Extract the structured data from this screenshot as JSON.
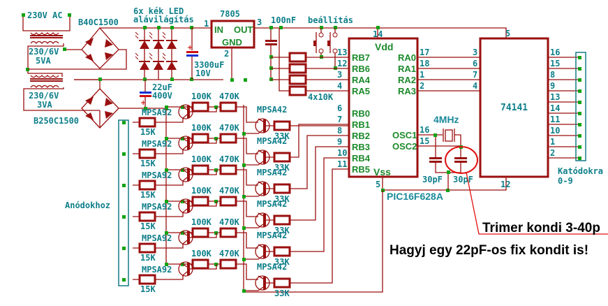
{
  "power": {
    "mains_label": "230V AC",
    "transformer1": {
      "ratio": "230/6V",
      "power": "5VA"
    },
    "transformer2": {
      "ratio": "230/6V",
      "power": "3VA"
    },
    "bridge1": "B40C1500",
    "bridge2": "B250C1500",
    "led_label_line1": "6x kék LED",
    "led_label_line2": "alávilágítás",
    "cap_main": {
      "value": "3300uF",
      "voltage": "10V"
    },
    "cap_hv": {
      "value": "22uF",
      "voltage": "400V"
    },
    "regulator": {
      "name": "7805",
      "in": "IN",
      "out": "OUT",
      "gnd": "GND",
      "pin_in": "1",
      "pin_gnd": "2",
      "pin_out": "3"
    },
    "decoupling": "100nF",
    "buttons_label": "beállítás",
    "pullups": "4x10K"
  },
  "mcu": {
    "name": "PIC16F628A",
    "vdd": "Vdd",
    "vss": "Vss",
    "vdd_pin": "14",
    "vss_pin": "5",
    "left_pins": [
      {
        "num": "13",
        "name": "RB7"
      },
      {
        "num": "12",
        "name": "RB6"
      },
      {
        "num": "3",
        "name": "RA4"
      },
      {
        "num": "4",
        "name": "RA5"
      },
      {
        "num": "6",
        "name": "RB0"
      },
      {
        "num": "7",
        "name": "RB1"
      },
      {
        "num": "8",
        "name": "RB2"
      },
      {
        "num": "9",
        "name": "RB3"
      },
      {
        "num": "10",
        "name": "RB4"
      },
      {
        "num": "11",
        "name": "RB5"
      }
    ],
    "right_pins": [
      {
        "num": "17",
        "name": "RA0"
      },
      {
        "num": "18",
        "name": "RA1"
      },
      {
        "num": "1",
        "name": "RA2"
      },
      {
        "num": "2",
        "name": "RA3"
      },
      {
        "num": "16",
        "name": "OSC1"
      },
      {
        "num": "15",
        "name": "OSC2"
      }
    ]
  },
  "oscillator": {
    "crystal": "4MHz",
    "cap1": "30pF",
    "cap2": "30pF"
  },
  "decoder": {
    "name": "74141",
    "vcc_pin": "5",
    "gnd_pin": "12",
    "input_pins": [
      "3",
      "6",
      "7",
      "4"
    ],
    "output_pins": [
      "16",
      "15",
      "8",
      "9",
      "13",
      "14",
      "11",
      "10",
      "1",
      "2"
    ],
    "connector_label_line1": "Katódokra",
    "connector_label_line2": "0-9"
  },
  "drivers": {
    "anode_connector_label": "Anódokhoz",
    "stages": [
      {
        "pnp": "MPSA92",
        "r_base": "100K",
        "r_link": "470K",
        "npn": "MPSA42",
        "r_npn": "33K",
        "r_anode": "15K"
      },
      {
        "pnp": "MPSA92",
        "r_base": "100K",
        "r_link": "470K",
        "npn": "MPSA42",
        "r_npn": "33K",
        "r_anode": "15K"
      },
      {
        "pnp": "MPSA92",
        "r_base": "100K",
        "r_link": "470K",
        "npn": "MPSA42",
        "r_npn": "33K",
        "r_anode": "15K"
      },
      {
        "pnp": "MPSA92",
        "r_base": "100K",
        "r_link": "470K",
        "npn": "MPSA42",
        "r_npn": "33K",
        "r_anode": "15K"
      },
      {
        "pnp": "MPSA92",
        "r_base": "100K",
        "r_link": "470K",
        "npn": "MPSA42",
        "r_npn": "33K",
        "r_anode": "15K"
      },
      {
        "pnp": "MPSA92",
        "r_base": "100K",
        "r_link": "470K",
        "npn": "MPSA42",
        "r_npn": "33K",
        "r_anode": "15K"
      }
    ]
  },
  "annotations": {
    "trimmer_note": "Trimer kondi 3-40p",
    "fixed_cap_note": "Hagyj egy 22pF-os fix kondit is!"
  }
}
